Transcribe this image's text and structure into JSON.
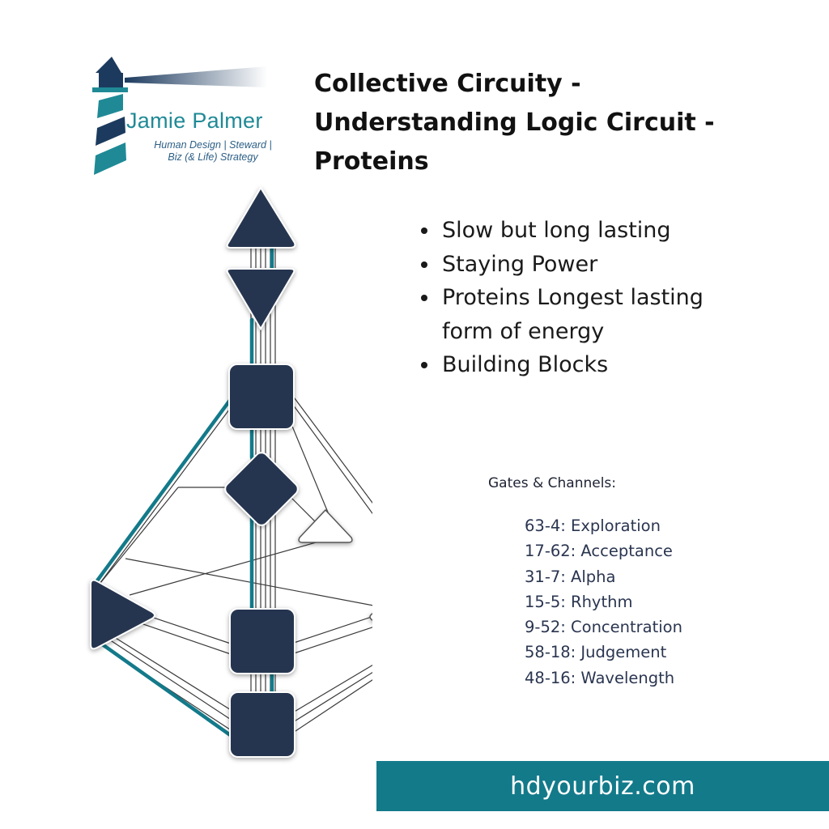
{
  "logo": {
    "name": "Jamie Palmer",
    "tagline_line1": "Human Design | Steward |",
    "tagline_line2": "Biz (& Life) Strategy"
  },
  "title": {
    "line1": "Collective Circuity -",
    "line2": "Understanding Logic Circuit -",
    "line3": "Proteins"
  },
  "bullets": [
    "Slow but long lasting",
    "Staying Power",
    "Proteins Longest lasting form of energy",
    "Building Blocks"
  ],
  "gates_header": "Gates & Channels:",
  "gates": [
    "63-4: Exploration",
    "17-62: Acceptance",
    "31-7: Alpha",
    "15-5: Rhythm",
    "9-52: Concentration",
    "58-18: Judgement",
    "48-16: Wavelength"
  ],
  "footer": "hdyourbiz.com",
  "colors": {
    "center_defined": "#28344f",
    "center_undefined": "#ffffff",
    "channel_active": "#137a8a",
    "footer_bg": "#137a8a",
    "logo_teal": "#1f8a96",
    "logo_navy": "#1c3a5e"
  }
}
